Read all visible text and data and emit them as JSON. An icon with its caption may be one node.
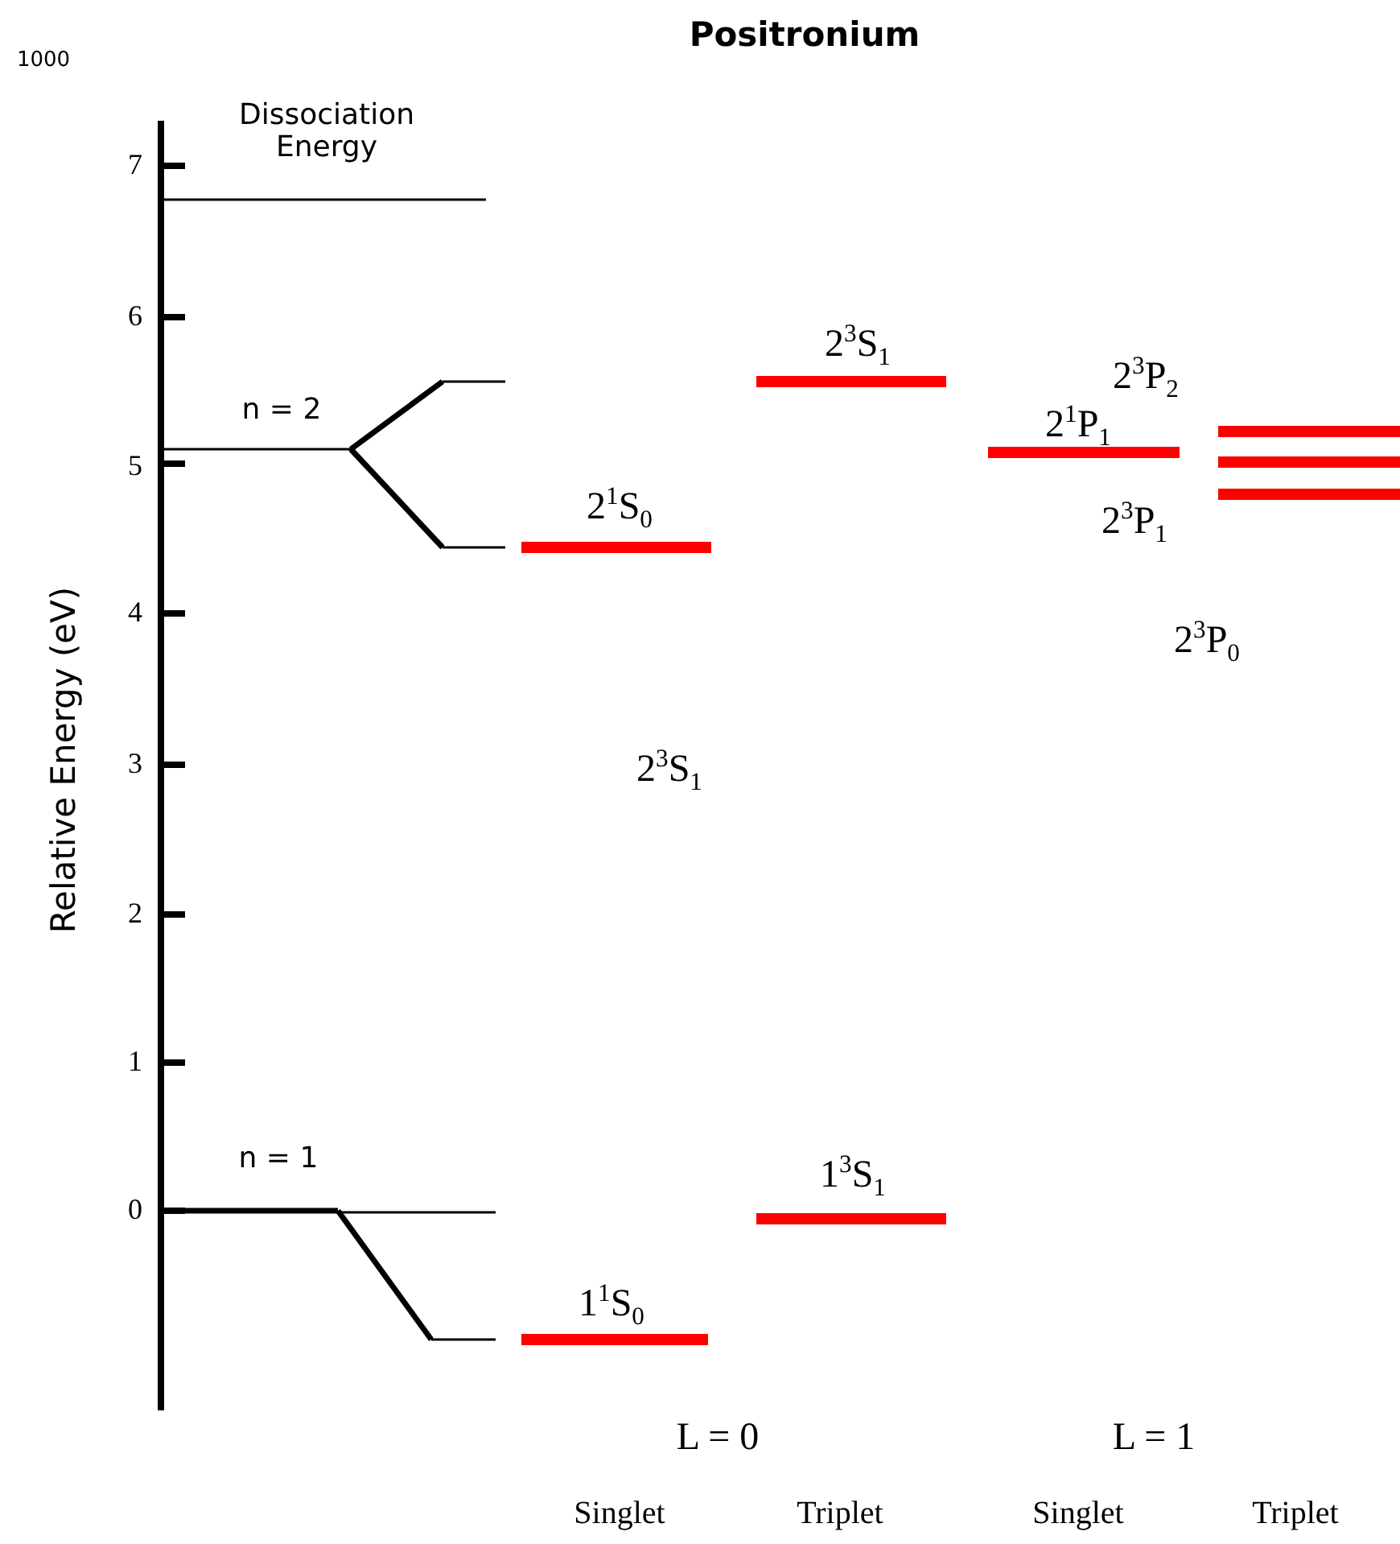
{
  "diagram": {
    "title": "Positronium",
    "labels": [
      "1000",
      "Dissociation Energy",
      "7",
      "6",
      "5",
      "4",
      "3",
      "2",
      "1",
      "0",
      "Relative Energy (eV)",
      "n = 2",
      "2$^{3}$S$_{1}$",
      "2$^{3}$P$_{2}$",
      "2$^{1}$P$_{1}$",
      "2$^{1}$S$_{0}$",
      "2$^{3}$P$_{1}$",
      "2$^{3}$P$_{0}$",
      "2$^{3}$S$_{1}$",
      "n = 1",
      "1$^{3}$S$_{1}$",
      "1$^{1}$S$_{0}$",
      "L = 0",
      "L = 1",
      "Singlet",
      "Triplet",
      "Singlet",
      "Triplet"
    ]
  }
}
